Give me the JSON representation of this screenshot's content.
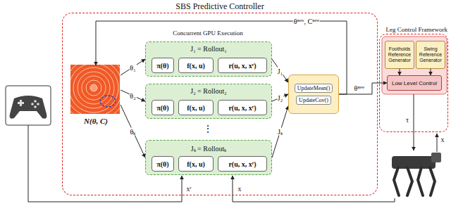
{
  "diagram": {
    "nodes": [
      {
        "text": [
          "SBS Predictive Controller"
        ]
      },
      {
        "text": [
          "N(θ, C)"
        ],
        "in": 0
      },
      {
        "text": [
          "J₁ = Rollout₁"
        ],
        "in": 0
      },
      {
        "text": [
          "π(θ)"
        ],
        "in": 2
      },
      {
        "text": [
          "f(x, u)"
        ],
        "in": 2
      },
      {
        "text": [
          "r(u, x, xʳ)"
        ],
        "in": 2
      },
      {
        "text": [
          "J₂ = Rollout₂"
        ],
        "in": 0
      },
      {
        "text": [
          "π(θ)"
        ],
        "in": 6
      },
      {
        "text": [
          "f(x, u)"
        ],
        "in": 6
      },
      {
        "text": [
          "r(u, x, xʳ)"
        ],
        "in": 6
      },
      {
        "text": [
          "Jₖ = Rolloutₖ"
        ],
        "in": 0
      },
      {
        "text": [
          "π(θ)"
        ],
        "in": 10
      },
      {
        "text": [
          "f(x, u)"
        ],
        "in": 10
      },
      {
        "text": [
          "r(u, x, xʳ)"
        ],
        "in": 10
      },
      {
        "text": [
          "UpdateMean()",
          "UpdateCov()"
        ],
        "in": 0
      },
      {
        "text": [
          "Leg Control Framework"
        ]
      },
      {
        "text": [
          "Footholds Reference Generator"
        ],
        "in": 15
      },
      {
        "text": [
          "Swing Reference Generator"
        ],
        "in": 15
      },
      {
        "text": [
          "Low Level Control"
        ],
        "in": 15
      }
    ],
    "edges": [
      {
        "from": 1,
        "to": 2,
        "arrow": "to",
        "label": "θ₁"
      },
      {
        "from": 1,
        "to": 6,
        "arrow": "to",
        "label": "θ₂"
      },
      {
        "from": 1,
        "to": 10,
        "arrow": "to",
        "label": "θₖ"
      },
      {
        "from": 2,
        "to": 14,
        "arrow": "to",
        "label": "J₁"
      },
      {
        "from": 6,
        "to": 14,
        "arrow": "to",
        "label": "J₂"
      },
      {
        "from": 10,
        "to": 14,
        "arrow": "to",
        "label": "Jₖ"
      },
      {
        "from": 14,
        "to": 18,
        "arrow": "to",
        "label": "θⁿᵉʷ"
      },
      {
        "from": 14,
        "to": 1,
        "arrow": "to",
        "label": "θⁿᵉʷ, Cⁿᵉʷ"
      },
      {
        "from": 16,
        "to": 18,
        "arrow": "to"
      },
      {
        "from": 17,
        "to": 18,
        "arrow": "to"
      }
    ],
    "labels": [
      "Concurrent GPU Execution",
      "⋮",
      "τ",
      "x",
      "xʳ",
      "x"
    ]
  }
}
